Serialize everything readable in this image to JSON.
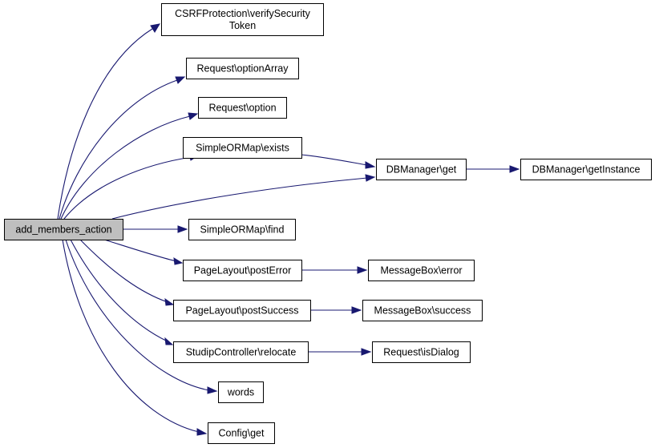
{
  "graph": {
    "edge_color": "#191970",
    "root_fill": "#bfbfbf",
    "nodes": [
      {
        "id": "n_root",
        "lines": [
          "add_members_action"
        ],
        "root": true
      },
      {
        "id": "n_csrf",
        "lines": [
          "CSRFProtection\\verifySecurity",
          "Token"
        ]
      },
      {
        "id": "n_optarr",
        "lines": [
          "Request\\optionArray"
        ]
      },
      {
        "id": "n_opt",
        "lines": [
          "Request\\option"
        ]
      },
      {
        "id": "n_exists",
        "lines": [
          "SimpleORMap\\exists"
        ]
      },
      {
        "id": "n_dbget",
        "lines": [
          "DBManager\\get"
        ]
      },
      {
        "id": "n_dbinst",
        "lines": [
          "DBManager\\getInstance"
        ]
      },
      {
        "id": "n_find",
        "lines": [
          "SimpleORMap\\find"
        ]
      },
      {
        "id": "n_posterr",
        "lines": [
          "PageLayout\\postError"
        ]
      },
      {
        "id": "n_mberr",
        "lines": [
          "MessageBox\\error"
        ]
      },
      {
        "id": "n_postsucc",
        "lines": [
          "PageLayout\\postSuccess"
        ]
      },
      {
        "id": "n_mbsucc",
        "lines": [
          "MessageBox\\success"
        ]
      },
      {
        "id": "n_reloc",
        "lines": [
          "StudipController\\relocate"
        ]
      },
      {
        "id": "n_isdialog",
        "lines": [
          "Request\\isDialog"
        ]
      },
      {
        "id": "n_words",
        "lines": [
          "words"
        ]
      },
      {
        "id": "n_cfg",
        "lines": [
          "Config\\get"
        ]
      }
    ],
    "edges": [
      {
        "from": "n_root",
        "to": "n_csrf"
      },
      {
        "from": "n_root",
        "to": "n_optarr"
      },
      {
        "from": "n_root",
        "to": "n_opt"
      },
      {
        "from": "n_root",
        "to": "n_exists"
      },
      {
        "from": "n_root",
        "to": "n_dbget"
      },
      {
        "from": "n_root",
        "to": "n_find"
      },
      {
        "from": "n_root",
        "to": "n_posterr"
      },
      {
        "from": "n_root",
        "to": "n_postsucc"
      },
      {
        "from": "n_root",
        "to": "n_reloc"
      },
      {
        "from": "n_root",
        "to": "n_words"
      },
      {
        "from": "n_root",
        "to": "n_cfg"
      },
      {
        "from": "n_exists",
        "to": "n_dbget"
      },
      {
        "from": "n_dbget",
        "to": "n_dbinst"
      },
      {
        "from": "n_posterr",
        "to": "n_mberr"
      },
      {
        "from": "n_postsucc",
        "to": "n_mbsucc"
      },
      {
        "from": "n_reloc",
        "to": "n_isdialog"
      }
    ]
  }
}
